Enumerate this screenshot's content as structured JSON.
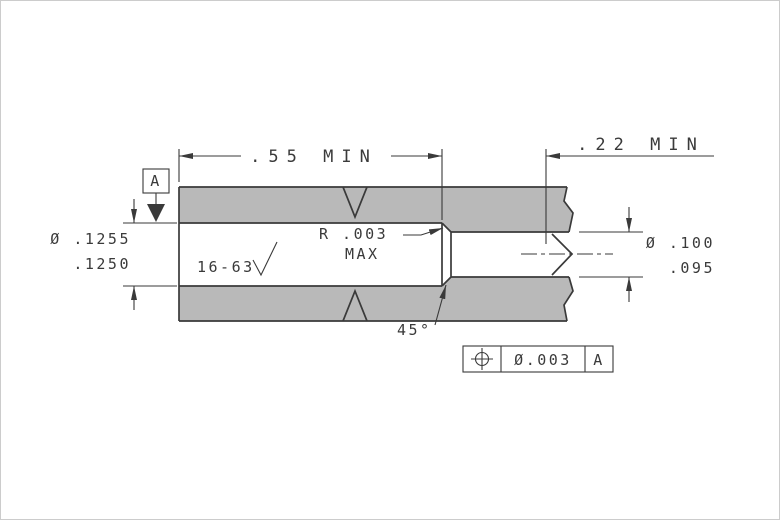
{
  "colors": {
    "material": "#b9b9b9",
    "line": "#3a3a3a",
    "background": "#ffffff"
  },
  "dimensions": {
    "counterbore_depth": ".55 MIN",
    "hole_depth": ".22 MIN",
    "bore_dia_max": "Ø .1255",
    "bore_dia_min": ".1250",
    "hole_dia_max": "Ø .100",
    "hole_dia_min": ".095",
    "corner_radius": "R .003",
    "corner_radius_qual": "MAX",
    "chamfer_angle": "45°",
    "surface_finish": "16-63"
  },
  "datum": {
    "label": "A"
  },
  "feature_control_frame": {
    "symbol": "true-position",
    "tolerance": "Ø.003",
    "datum_ref": "A"
  }
}
